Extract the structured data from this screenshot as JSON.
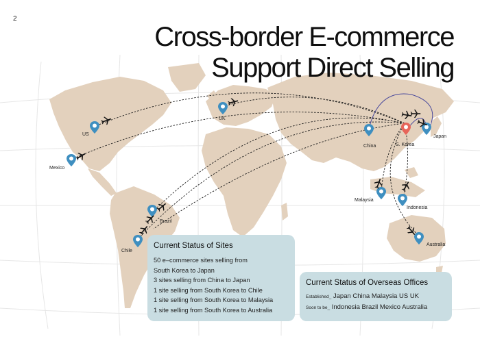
{
  "page_number": "2",
  "title": {
    "line1": "Cross-border E-commerce",
    "line2": "Support Direct Selling"
  },
  "colors": {
    "continent": "#e3d1bd",
    "pin_blue": "#3f8fc0",
    "pin_red": "#e7655a",
    "arc_japan": "#4a4a9c",
    "box": "#c9dde2"
  },
  "map": {
    "pin_icon": "map-pin-icon",
    "plane_icon": "airplane-icon",
    "locations": [
      {
        "key": "us",
        "label": "US"
      },
      {
        "key": "uk",
        "label": "UK"
      },
      {
        "key": "mexico",
        "label": "Mexico"
      },
      {
        "key": "brazil",
        "label": "Brazil"
      },
      {
        "key": "chile",
        "label": "Chile"
      },
      {
        "key": "china",
        "label": "China"
      },
      {
        "key": "skorea",
        "label": "S. Korea"
      },
      {
        "key": "japan",
        "label": "Japan"
      },
      {
        "key": "malaysia",
        "label": "Malaysia"
      },
      {
        "key": "indonesia",
        "label": "Indonesia"
      },
      {
        "key": "australia",
        "label": "Australia"
      }
    ]
  },
  "sites_box": {
    "title": "Current Status of Sites",
    "lines": [
      "50 e–commerce sites selling from",
      "South Korea to Japan",
      "3 sites selling from China to Japan",
      "1 site selling from South Korea to Chile",
      "1 site selling from South Korea to Malaysia",
      "1 site selling from South Korea to Australia"
    ]
  },
  "offices_box": {
    "title": "Current Status of Overseas Offices",
    "established_prefix": "Established_",
    "established": "Japan China Malaysia US UK",
    "soon_prefix": "Soon to be_",
    "soon": "Indonesia Brazil Mexico Australia"
  }
}
